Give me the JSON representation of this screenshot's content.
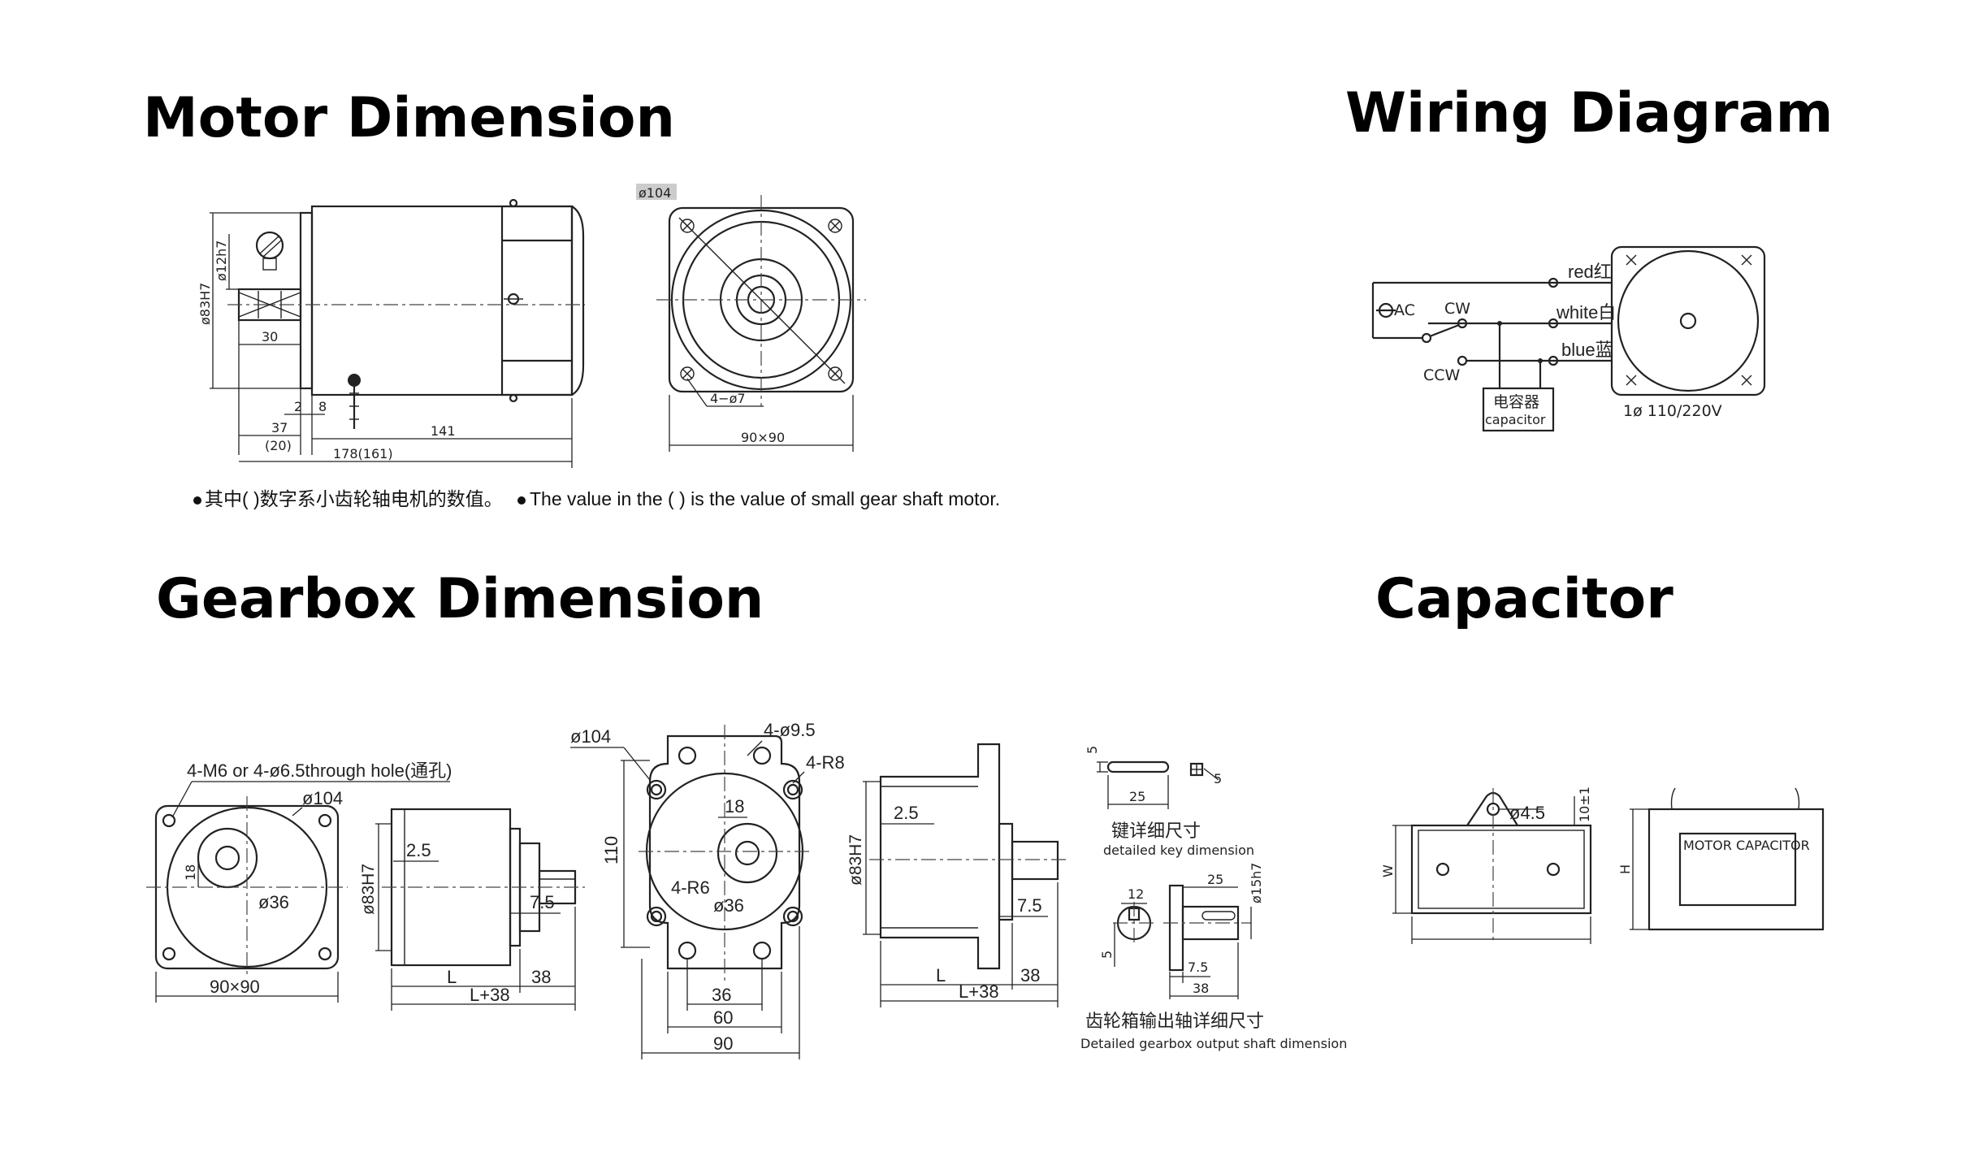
{
  "headings": {
    "motor": "Motor Dimension",
    "wiring": "Wiring Diagram",
    "gearbox": "Gearbox Dimension",
    "capacitor": "Capacitor"
  },
  "motor": {
    "dim_top_front": "ø104",
    "dim_shaft": "ø12h7",
    "dim_body": "ø83H7",
    "dim_30": "30",
    "dim_2": "2",
    "dim_8": "8",
    "dim_37": "37",
    "dim_20": "(20)",
    "dim_141": "141",
    "dim_total": "178(161)",
    "dim_holes": "4−ø7",
    "dim_square": "90×90",
    "note_cn": "其中( )数字系小齿轮轴电机的数值。",
    "note_en": "The value in the (  ) is the value of small gear shaft motor."
  },
  "wiring": {
    "ac": "AC",
    "cw": "CW",
    "ccw": "CCW",
    "red": "red红",
    "white": "white白",
    "blue": "blue蓝",
    "cap_cn": "电容器",
    "cap_en": "capacitor",
    "voltage": "1ø  110/220V"
  },
  "gearbox": {
    "holes_label": "4-M6 or 4-ø6.5through hole(通孔)",
    "dia104": "ø104",
    "dia36": "ø36",
    "dim18": "18",
    "square": "90×90",
    "body_dia": "ø83H7",
    "d25a": "2.5",
    "d75a": "7.5",
    "L": "L",
    "L38": "L+38",
    "d38": "38",
    "f_dia104": "ø104",
    "f_holes": "4-ø9.5",
    "f_r8": "4-R8",
    "f_r6": "4-R6",
    "f_18": "18",
    "f_36d": "ø36",
    "f_110": "110",
    "f_36": "36",
    "f_60": "60",
    "f_90": "90",
    "s_body": "ø83H7",
    "s_25": "2.5",
    "s_75": "7.5",
    "s_L": "L",
    "s_L38": "L+38",
    "s_38": "38",
    "k_5a": "5",
    "k_5b": "5",
    "k_25": "25",
    "key_cn": "键详细尺寸",
    "key_en": "detailed key dimension",
    "o_12": "12",
    "o_25": "25",
    "o_15": "ø15h7",
    "o_5": "5",
    "o_75": "7.5",
    "o_38": "38",
    "out_cn": "齿轮箱输出轴详细尺寸",
    "out_en": "Detailed gearbox output shaft dimension"
  },
  "capacitor": {
    "hole": "ø4.5",
    "ten": "10±1",
    "w": "W",
    "h": "H",
    "label": "MOTOR CAPACITOR"
  }
}
